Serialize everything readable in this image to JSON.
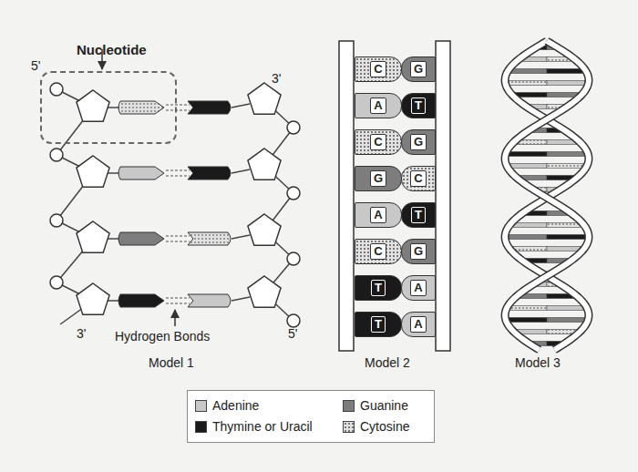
{
  "diagram": {
    "nodes": [
      {
        "text": [
          "Nucleotide"
        ]
      },
      {
        "text": [
          "C"
        ]
      },
      {
        "text": [
          "G"
        ]
      },
      {
        "text": [
          "A"
        ]
      },
      {
        "text": [
          "T"
        ]
      },
      {
        "text": [
          "C"
        ]
      },
      {
        "text": [
          "G"
        ]
      },
      {
        "text": [
          "G"
        ]
      },
      {
        "text": [
          "C"
        ]
      },
      {
        "text": [
          "A"
        ]
      },
      {
        "text": [
          "T"
        ]
      },
      {
        "text": [
          "C"
        ]
      },
      {
        "text": [
          "G"
        ]
      },
      {
        "text": [
          "T"
        ]
      },
      {
        "text": [
          "A"
        ]
      },
      {
        "text": [
          "T"
        ]
      },
      {
        "text": [
          "A"
        ]
      }
    ],
    "labels": [
      "5'",
      "3'",
      "3'",
      "Hydrogen Bonds",
      "5'",
      "Model 1",
      "Model 2",
      "Model 3"
    ],
    "legend": [
      {
        "text": "Adenine",
        "color": "#c8c8c8"
      },
      {
        "text": "Guanine",
        "color": "#7d7d7d"
      },
      {
        "text": "Thymine or Uracil",
        "color": "#1a1a1a"
      },
      {
        "text": "Cytosine",
        "color": "#e2e2e2"
      }
    ]
  }
}
